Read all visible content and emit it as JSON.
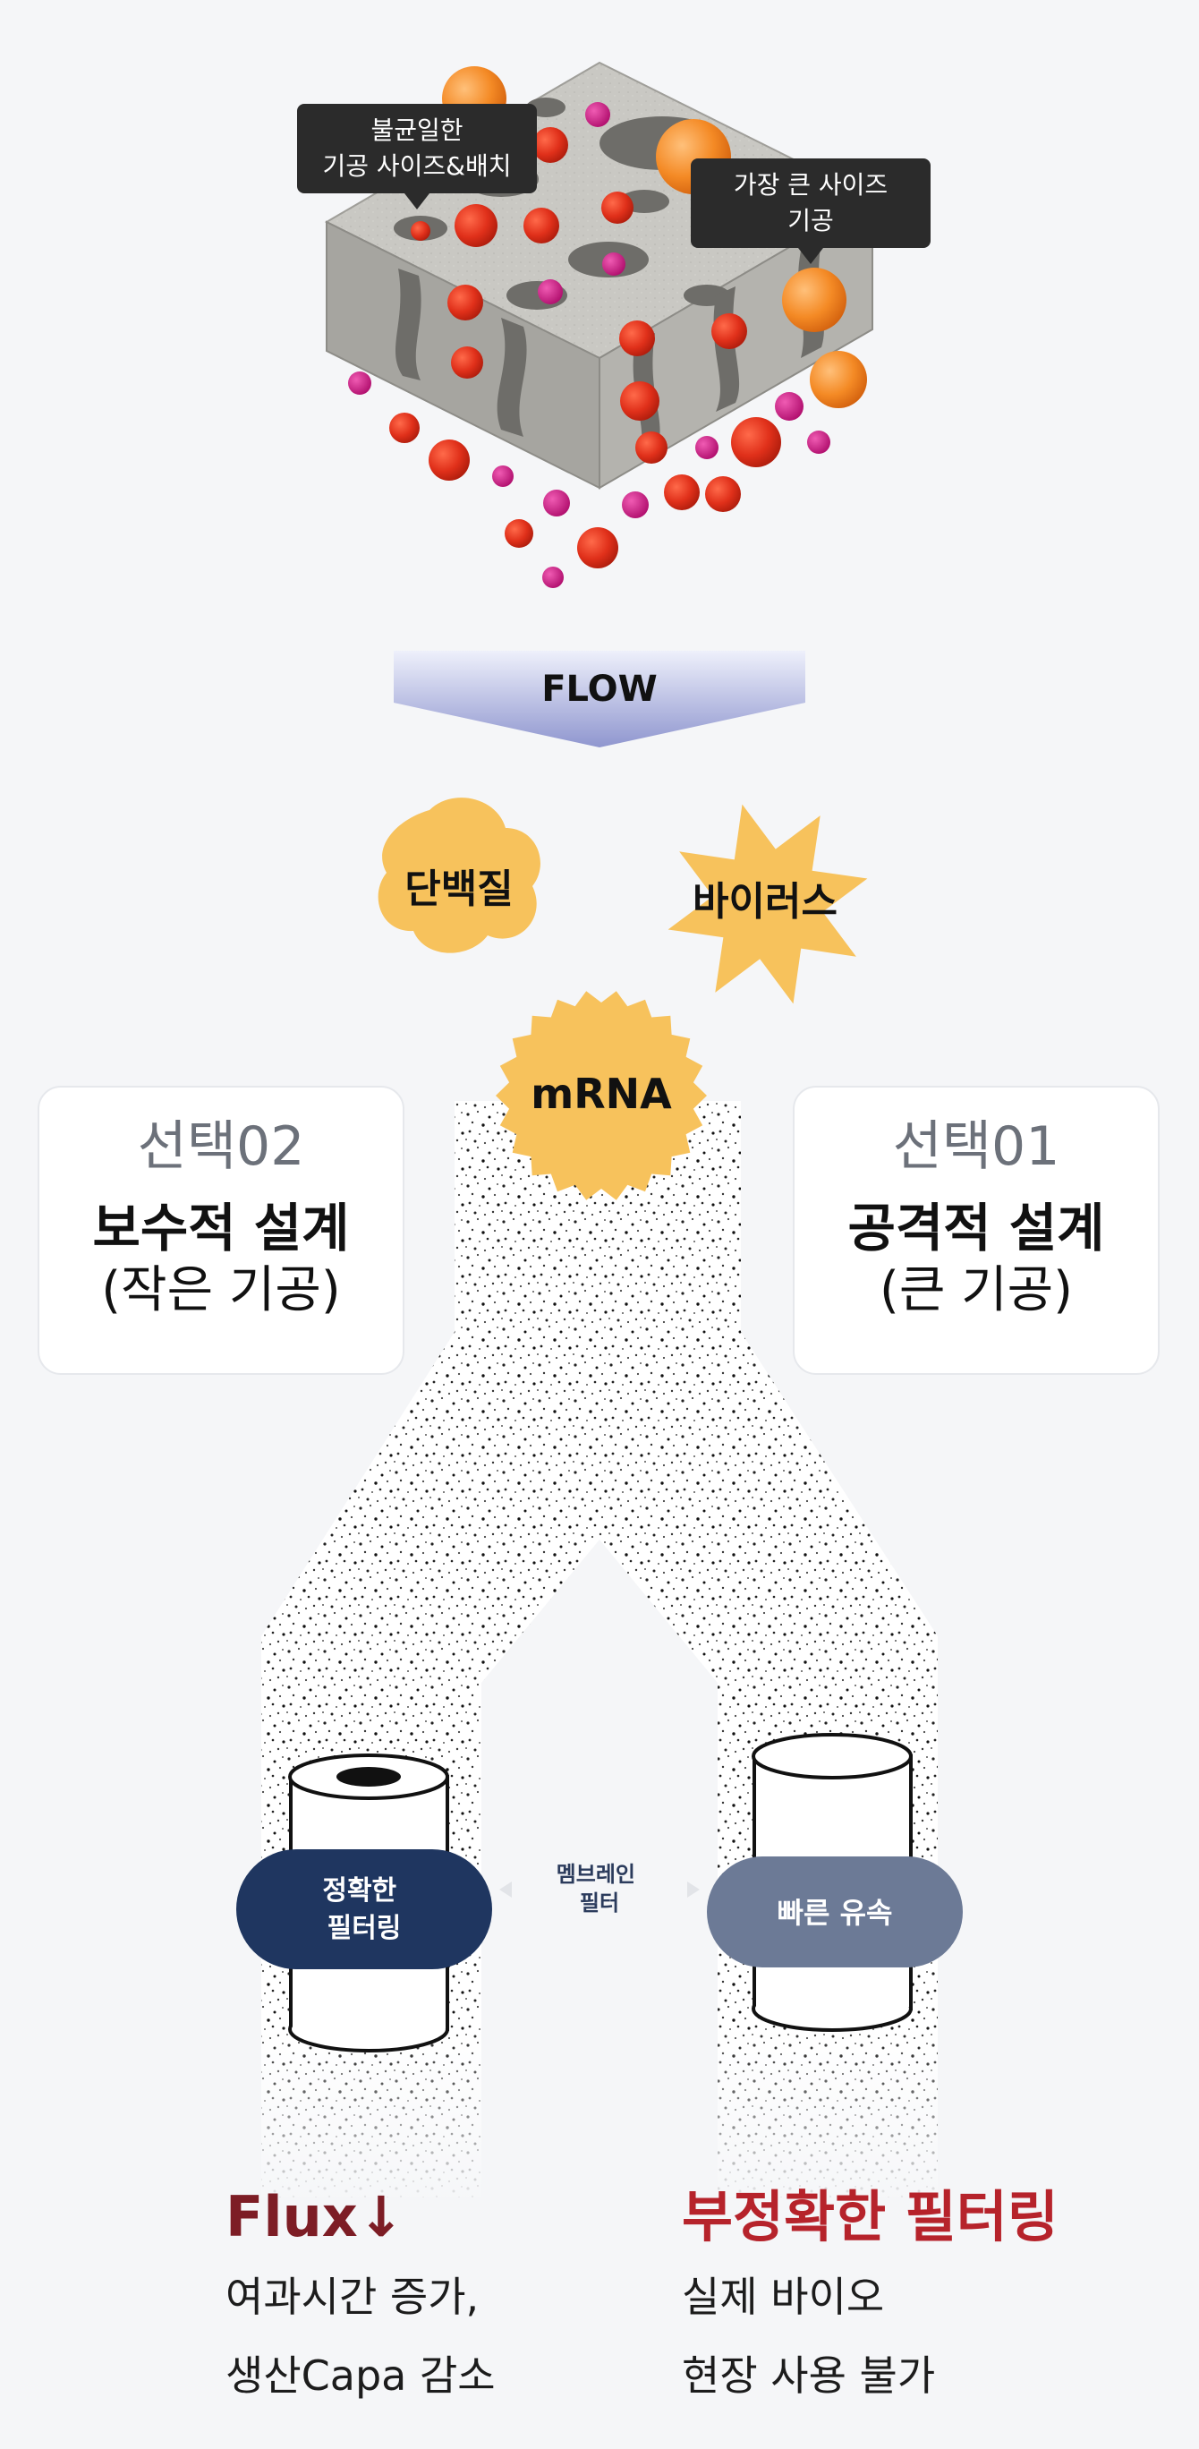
{
  "tooltips": {
    "uneven_pores": "불균일한\n기공 사이즈&배치",
    "largest_pore": "가장 큰 사이즈\n기공"
  },
  "flow_label": "FLOW",
  "particles": {
    "protein": "단백질",
    "virus": "바이러스",
    "mrna": "mRNA"
  },
  "choices": {
    "left": {
      "tag": "선택02",
      "title": "보수적 설계",
      "subtitle": "(작은 기공)"
    },
    "right": {
      "tag": "선택01",
      "title": "공격적 설계",
      "subtitle": "(큰 기공)"
    }
  },
  "filters": {
    "left_badge": "정확한\n필터링",
    "center_label": "멤브레인\n필터",
    "right_badge": "빠른 유속"
  },
  "outcomes": {
    "left": {
      "headline": "Flux↓",
      "line1": "여과시간 증가,",
      "line2": "생산Capa 감소"
    },
    "right": {
      "headline": "부정확한 필터링",
      "line1": "실제 바이오",
      "line2": "현장 사용 불가"
    }
  },
  "colors": {
    "background": "#f5f6f8",
    "navy_badge": "#1f3660",
    "slate_badge": "#6c7a96",
    "particle_orange": "#f3b84f",
    "red_particle": "#e0301a",
    "magenta_particle": "#c4147c",
    "flow_arrow": "#8f96cf",
    "headline_left": "#7d1d25",
    "headline_right": "#b6232b"
  }
}
